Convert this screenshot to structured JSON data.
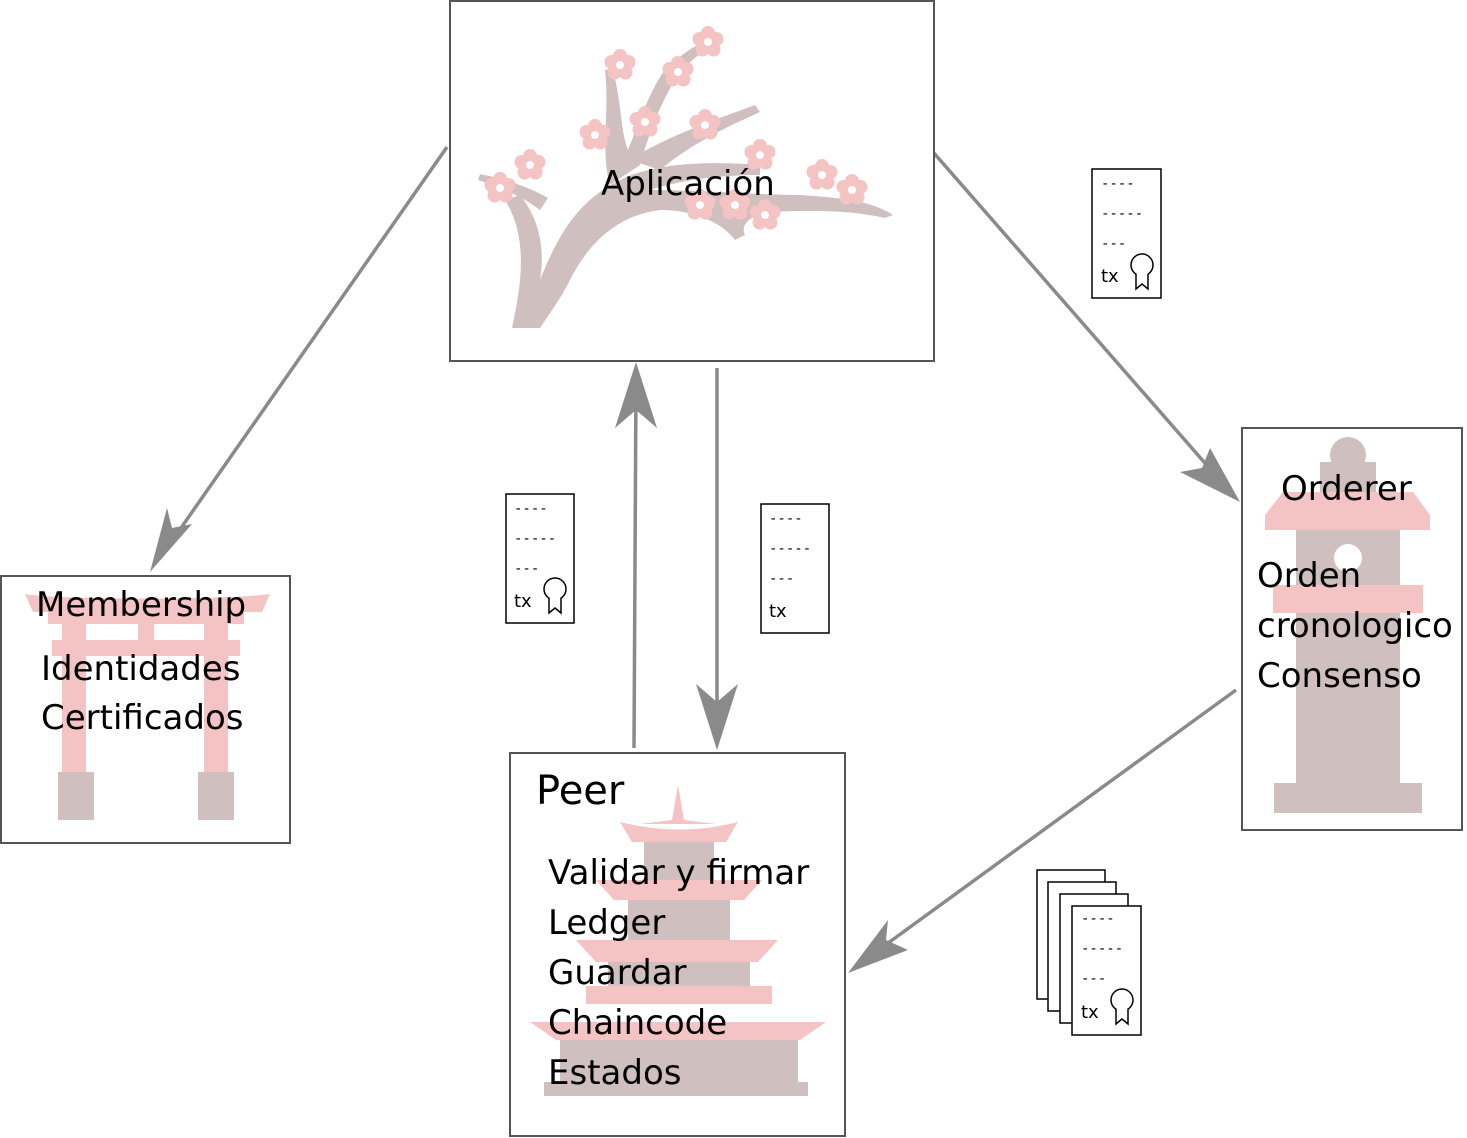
{
  "colors": {
    "pink": "#f4c3c3",
    "mauve": "#cfbfbf",
    "arrow": "#8a8a8a",
    "border": "#555555"
  },
  "icons": {
    "aplicacion": "cherry-blossom-branch-icon",
    "membership": "torii-gate-icon",
    "orderer": "stone-lantern-icon",
    "peer": "pagoda-icon",
    "transaction": "signed-document-icon"
  },
  "aplicacion": {
    "title": "Aplicación"
  },
  "membership": {
    "title": "Membership",
    "items": [
      "Identidades",
      "Certificados"
    ]
  },
  "orderer": {
    "title": "Orderer",
    "items": [
      "Orden",
      "cronologico",
      "Consenso"
    ]
  },
  "peer": {
    "title": "Peer",
    "items": [
      "Validar y firmar",
      "Ledger",
      "Guardar",
      "Chaincode",
      "Estados"
    ]
  },
  "documents": {
    "lines": [
      "----",
      "-----",
      "---"
    ],
    "tx": "tx"
  }
}
